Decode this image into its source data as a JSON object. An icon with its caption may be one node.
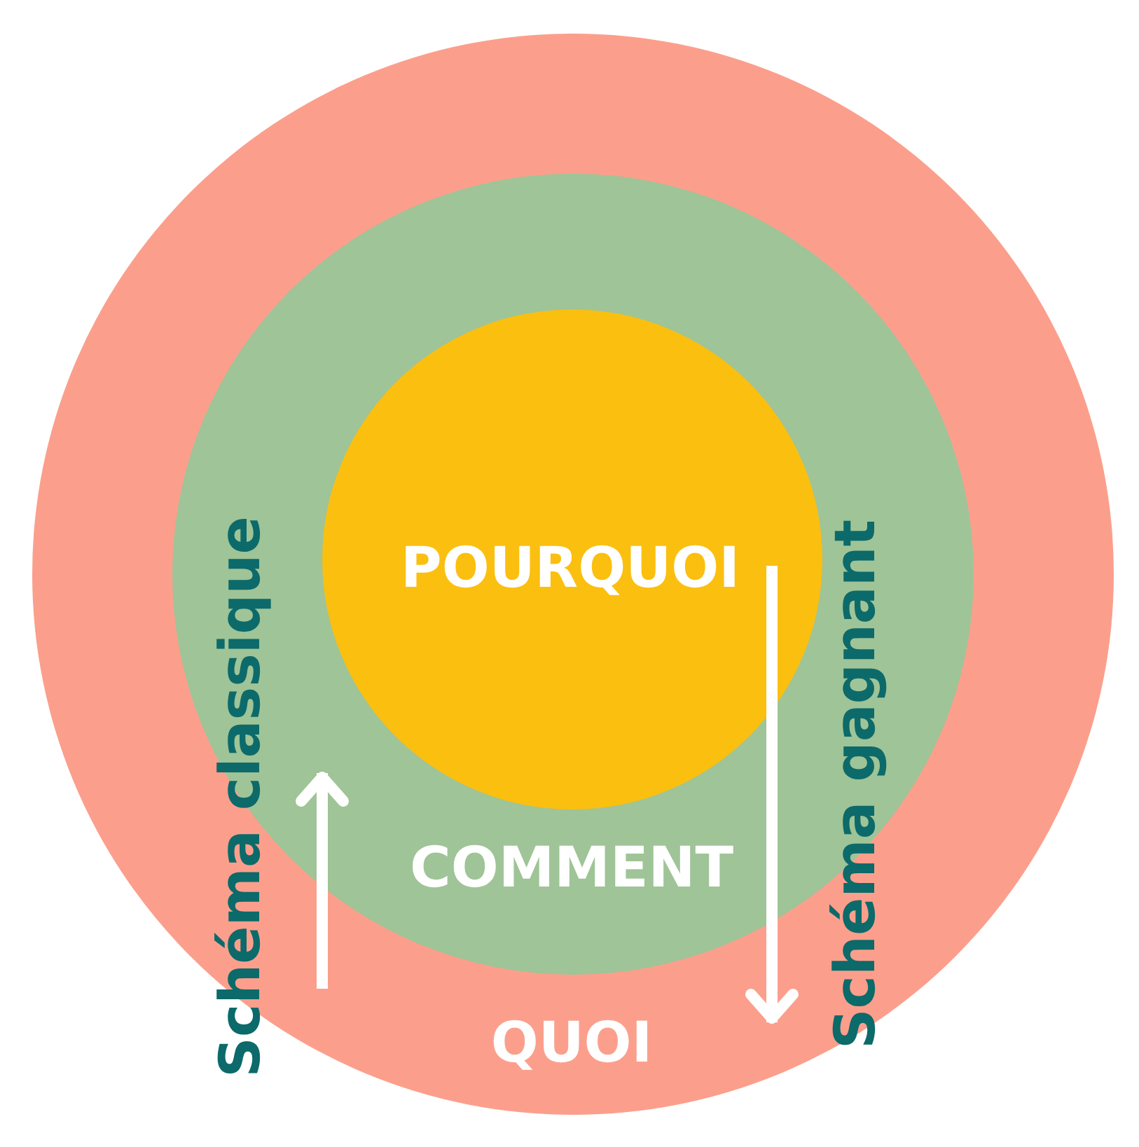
{
  "diagram": {
    "nodes": [
      {
        "text": [
          "QUOI"
        ]
      },
      {
        "text": [
          "COMMENT"
        ],
        "in": 0
      },
      {
        "text": [
          "POURQUOI"
        ],
        "in": 1
      }
    ],
    "labels": [
      "Schéma classique",
      "Schéma gagnant"
    ]
  }
}
